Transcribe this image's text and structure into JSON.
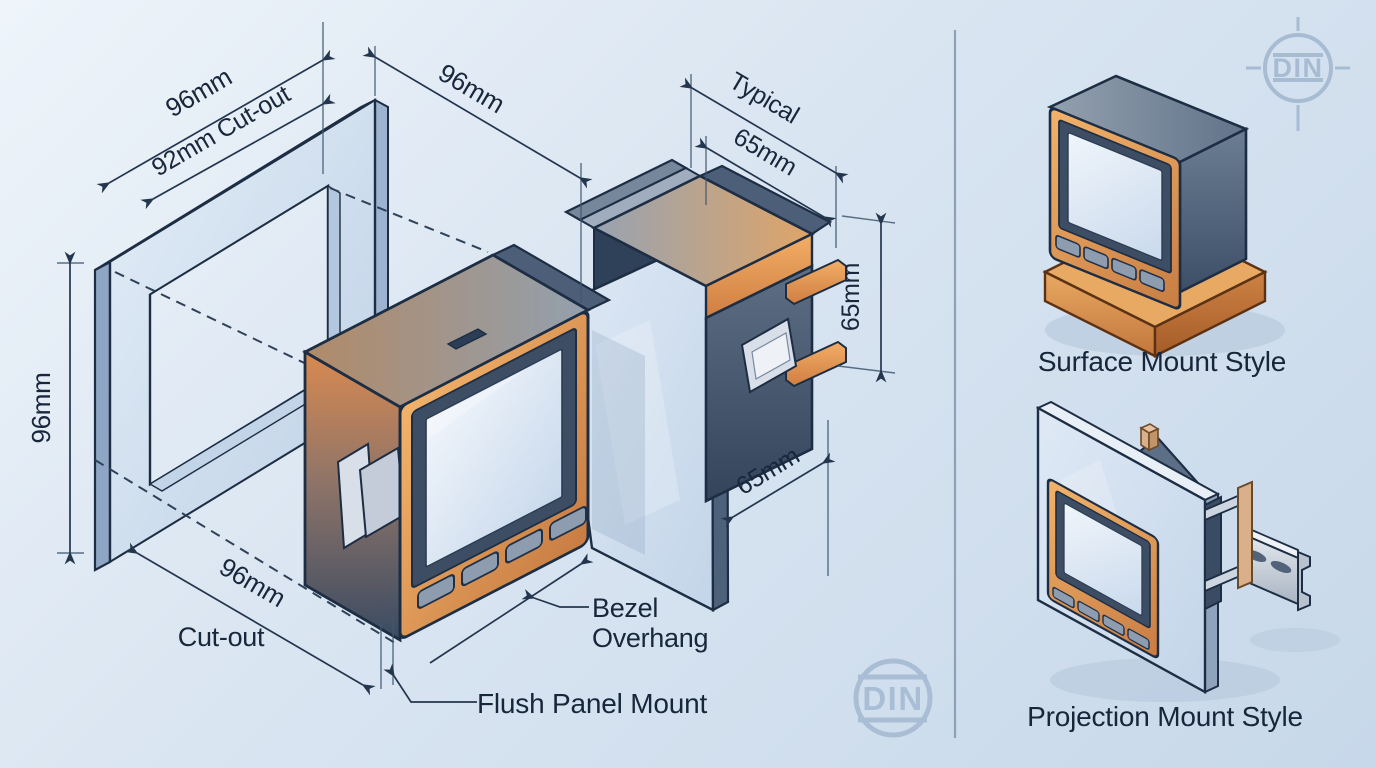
{
  "main_diagram": {
    "dims": {
      "panel_width": "96mm",
      "cutout_width": "92mm Cut-out",
      "meter_width": "96mm",
      "typical": "Typical",
      "depth_top": "65mm",
      "height_side": "65mm",
      "depth_bottom": "65mm",
      "panel_height": "96mm",
      "cutout_bottom": "96mm",
      "cutout_label": "Cut-out"
    },
    "labels": {
      "bezel_line1": "Bezel",
      "bezel_line2": "Overhang",
      "flush": "Flush Panel Mount"
    },
    "watermark": "DIN"
  },
  "side_panel": {
    "din_badge": "DIN",
    "surface_caption": "Surface Mount Style",
    "projection_caption": "Projection Mount Style"
  },
  "colors": {
    "outline": "#1d2e44",
    "dimension": "#24364e",
    "label_text": "#18273b",
    "panel_blue": "#cfdeef",
    "bezel_orange": "#d98a4e",
    "body_slate": "#44566e",
    "watermark_blue": "#a3b9d1",
    "divider": "#8da0b5"
  }
}
